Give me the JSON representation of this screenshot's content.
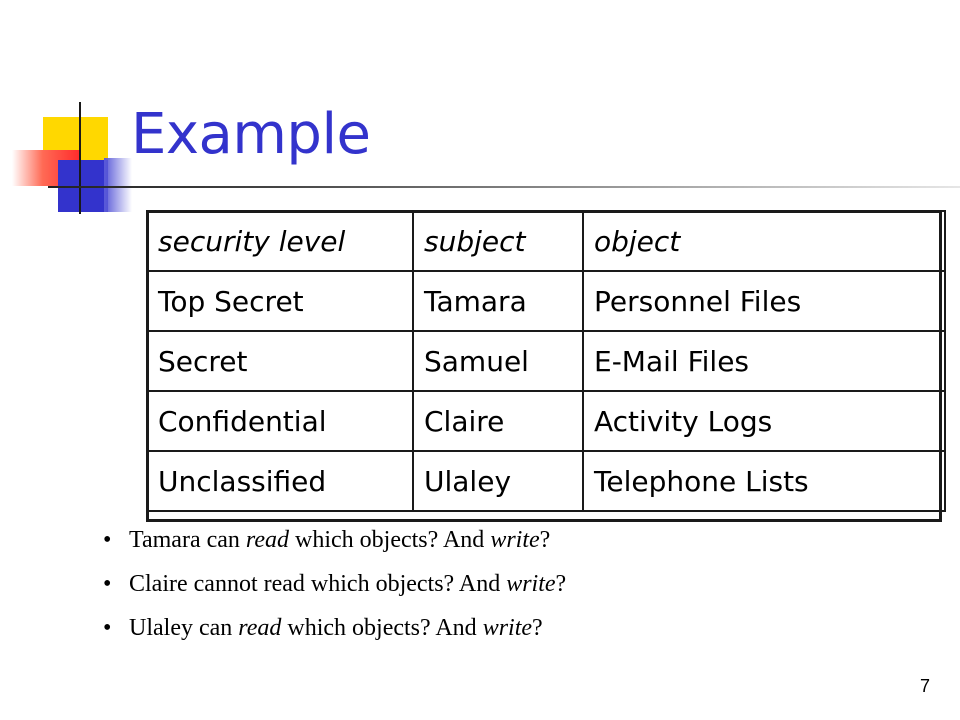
{
  "slide": {
    "title": "Example",
    "page_number": "7"
  },
  "table": {
    "headers": [
      "security level",
      "subject",
      "object"
    ],
    "rows": [
      [
        "Top Secret",
        "Tamara",
        "Personnel Files"
      ],
      [
        "Secret",
        "Samuel",
        "E-Mail Files"
      ],
      [
        "Confidential",
        "Claire",
        "Activity Logs"
      ],
      [
        "Unclassified",
        "Ulaley",
        "Telephone Lists"
      ]
    ]
  },
  "bullets": [
    {
      "marker": "•",
      "parts": [
        {
          "text": "Tamara can ",
          "italic": false
        },
        {
          "text": "read",
          "italic": true
        },
        {
          "text": " which objects? And ",
          "italic": false
        },
        {
          "text": "write",
          "italic": true
        },
        {
          "text": "?",
          "italic": false
        }
      ]
    },
    {
      "marker": "•",
      "parts": [
        {
          "text": "Claire cannot read which objects? And ",
          "italic": false
        },
        {
          "text": "write",
          "italic": true
        },
        {
          "text": "?",
          "italic": false
        }
      ]
    },
    {
      "marker": "•",
      "parts": [
        {
          "text": "Ulaley can ",
          "italic": false
        },
        {
          "text": "read",
          "italic": true
        },
        {
          "text": " which objects? And ",
          "italic": false
        },
        {
          "text": "write",
          "italic": true
        },
        {
          "text": "?",
          "italic": false
        }
      ]
    }
  ],
  "colors": {
    "title": "#3333cc",
    "logo_yellow": "#ffd800",
    "logo_red": "#ff2b2b",
    "logo_blue": "#3333cc"
  }
}
